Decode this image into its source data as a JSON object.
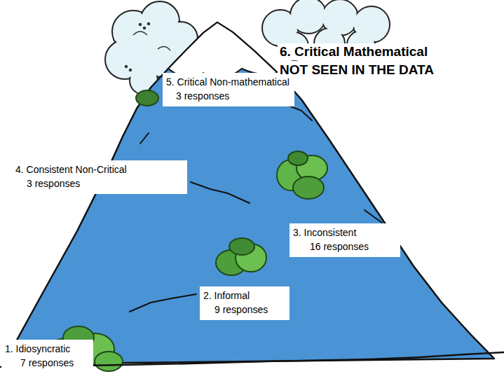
{
  "diagram": {
    "nodes": [
      {
        "text": [
          "5. Critical Non-mathematical",
          "3 responses"
        ]
      },
      {
        "text": [
          "4. Consistent Non-Critical",
          "3 responses"
        ]
      },
      {
        "text": [
          "3. Inconsistent",
          "16 responses"
        ]
      },
      {
        "text": [
          "2. Informal",
          "9 responses"
        ]
      },
      {
        "text": [
          "1. Idiosyncratic",
          "7 responses"
        ]
      }
    ],
    "labels": [
      "6. Critical Mathematical",
      "NOT SEEN IN THE DATA"
    ]
  }
}
